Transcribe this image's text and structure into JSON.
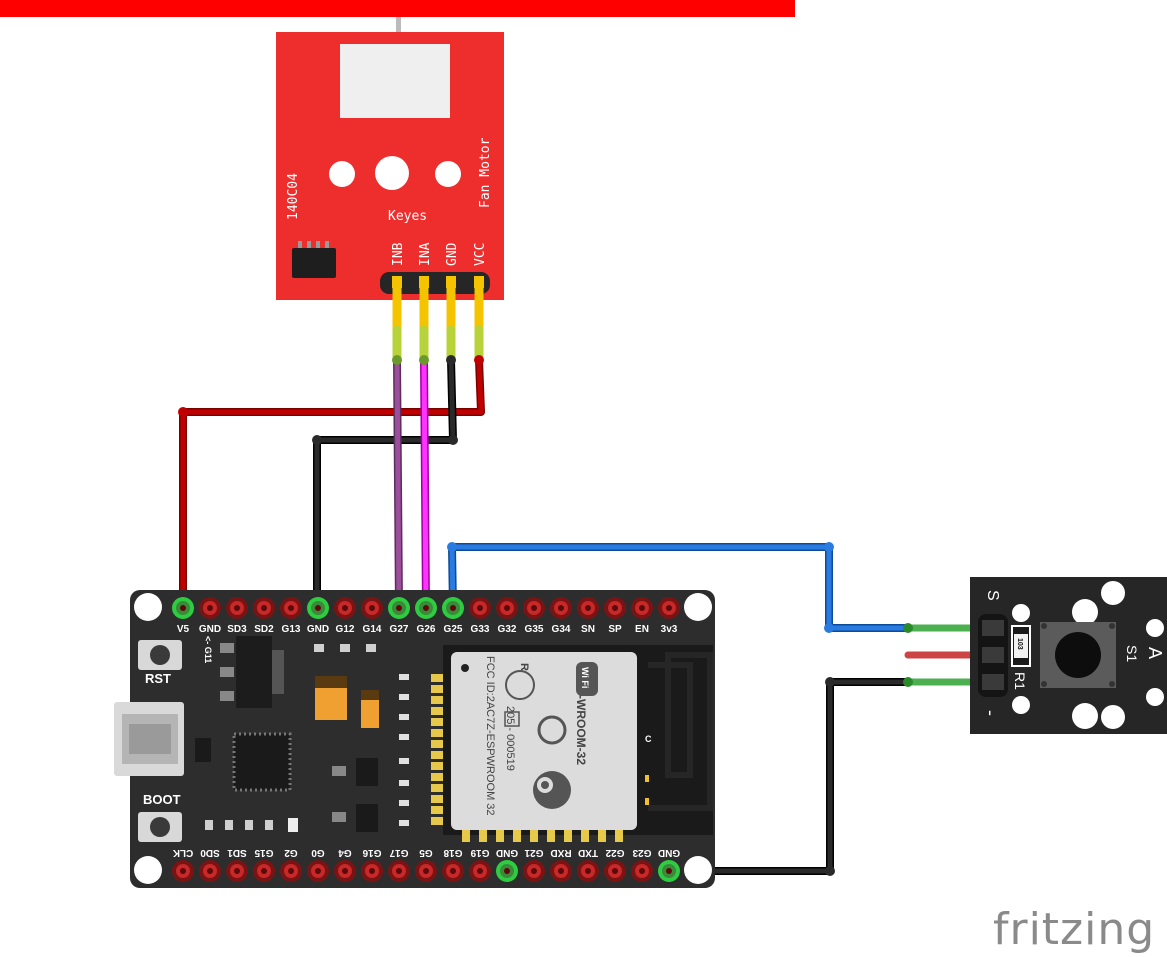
{
  "fan_module": {
    "brand": "Keyes",
    "chip": "140C04",
    "title": "Fan Motor",
    "pins": [
      "INB",
      "INA",
      "GND",
      "VCC"
    ]
  },
  "esp32": {
    "top_pins": [
      "V5",
      "GND",
      "SD3",
      "SD2",
      "G13",
      "GND",
      "G12",
      "G14",
      "G27",
      "G26",
      "G25",
      "G33",
      "G32",
      "G35",
      "G34",
      "SN",
      "SP",
      "EN",
      "3v3"
    ],
    "bottom_pins": [
      "CLK",
      "SD0",
      "SD1",
      "G15",
      "G2",
      "G0",
      "G4",
      "G16",
      "G17",
      "G5",
      "G18",
      "G19",
      "GND",
      "G21",
      "RXD",
      "TXD",
      "G22",
      "G23",
      "GND"
    ],
    "g11_label": "<- G11",
    "rst_label": "RST",
    "boot_label": "BOOT",
    "module_text": {
      "model": "ESP-WROOM-32",
      "fcc": "FCC ID:2AC7Z-ESPWROOM 32",
      "cert": "205 - 000519",
      "wifi": "Wi Fi",
      "r": "R",
      "c": "C"
    }
  },
  "button_module": {
    "s_label": "S",
    "minus_label": "-",
    "s1_label": "S1",
    "a_label": "A",
    "r1_label": "R1",
    "resistor_code": "103"
  },
  "logo": "fritzing",
  "colors": {
    "fan_board": "#ec1c24",
    "esp_board": "#2d2d2d",
    "button_board": "#262626",
    "wire_red": "#b30000",
    "wire_black": "#1a1a1a",
    "wire_purple": "#8e4a8e",
    "wire_magenta": "#ee22ee",
    "wire_blue": "#1f6fd6",
    "wire_green": "#4caf50",
    "pin_highlight": "#2ecc40"
  }
}
